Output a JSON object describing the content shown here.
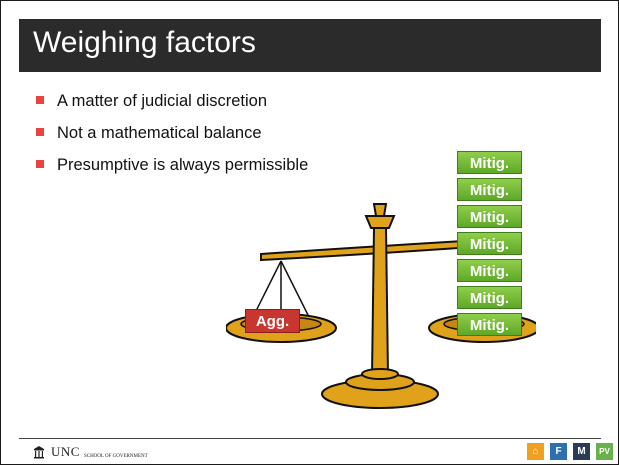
{
  "slide": {
    "title": "Weighing factors",
    "bullets": [
      "A matter of judicial discretion",
      "Not a mathematical balance",
      "Presumptive is always permissible"
    ]
  },
  "scale": {
    "left_label": "Agg.",
    "right_labels": [
      "Mitig.",
      "Mitig.",
      "Mitig.",
      "Mitig.",
      "Mitig.",
      "Mitig.",
      "Mitig."
    ]
  },
  "footer": {
    "logo_text": "UNC",
    "logo_subtext": "SCHOOL OF GOVERNMENT",
    "nav": [
      {
        "label": "⌂",
        "icon": "home-icon",
        "color": "#f0a020"
      },
      {
        "label": "F",
        "icon": "f-button",
        "color": "#2e6fb0"
      },
      {
        "label": "M",
        "icon": "m-button",
        "color": "#2b3a55"
      },
      {
        "label": "PV",
        "icon": "pv-button",
        "color": "#6ab04c"
      }
    ]
  },
  "colors": {
    "title_bar": "#2b2b2b",
    "bullet": "#e8453c",
    "agg": "#c8362f",
    "mitig": "#6cb634",
    "scale_gold": "#e0a21a"
  }
}
